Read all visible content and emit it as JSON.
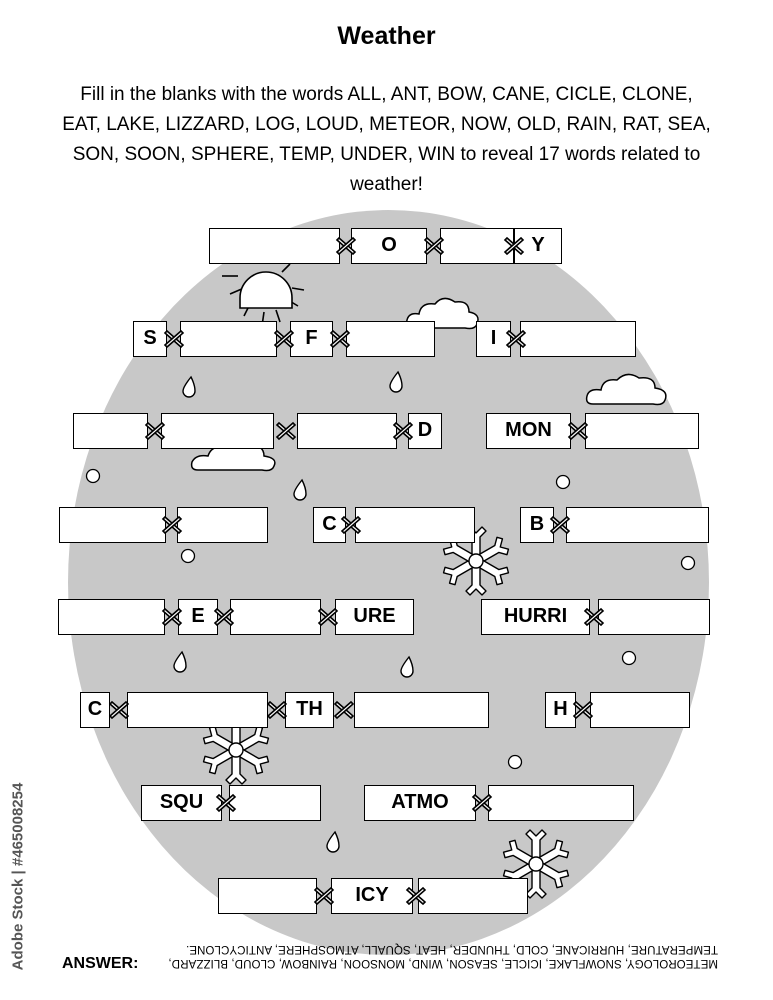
{
  "title": "Weather",
  "instructions": "Fill in the blanks with the words ALL, ANT, BOW, CANE, CICLE, CLONE, EAT, LAKE, LIZZARD, LOG, LOUD, METEOR, NOW, OLD, RAIN, RAT, SEA, SON, SOON, SPHERE, TEMP, UNDER, WIN to reveal 17 words related to weather!",
  "rows": [
    [
      {
        "text": ""
      },
      {
        "text": "O"
      },
      {
        "text": ""
      },
      {
        "text": "Y"
      }
    ],
    [
      {
        "text": "S"
      },
      {
        "text": ""
      },
      {
        "text": "F"
      },
      {
        "text": ""
      },
      {
        "text": "I"
      },
      {
        "text": ""
      }
    ],
    [
      {
        "text": ""
      },
      {
        "text": ""
      },
      {
        "text": ""
      },
      {
        "text": "D"
      },
      {
        "text": "MON"
      },
      {
        "text": ""
      }
    ],
    [
      {
        "text": ""
      },
      {
        "text": ""
      },
      {
        "text": "C"
      },
      {
        "text": ""
      },
      {
        "text": "B"
      },
      {
        "text": ""
      }
    ],
    [
      {
        "text": ""
      },
      {
        "text": "E"
      },
      {
        "text": ""
      },
      {
        "text": "URE"
      },
      {
        "text": "HURRI"
      },
      {
        "text": ""
      }
    ],
    [
      {
        "text": "C"
      },
      {
        "text": ""
      },
      {
        "text": "TH"
      },
      {
        "text": ""
      },
      {
        "text": "H"
      },
      {
        "text": ""
      }
    ],
    [
      {
        "text": "SQU"
      },
      {
        "text": ""
      },
      {
        "text": "ATMO"
      },
      {
        "text": ""
      }
    ],
    [
      {
        "text": ""
      },
      {
        "text": "ICY"
      },
      {
        "text": ""
      }
    ]
  ],
  "answer_label": "ANSWER:",
  "answer_text": "METEOROLOGY, SNOWFLAKE, ICICLE, SEASON, WIND, MONSOON, RAINBOW, CLOUD, BLIZZARD, TEMPERATURE, HURRICANE, COLD, THUNDER, HEAT, SQUALL, ATMOSPHERE, ANTICYCLONE.",
  "stock_id": "Adobe Stock | #465008254"
}
